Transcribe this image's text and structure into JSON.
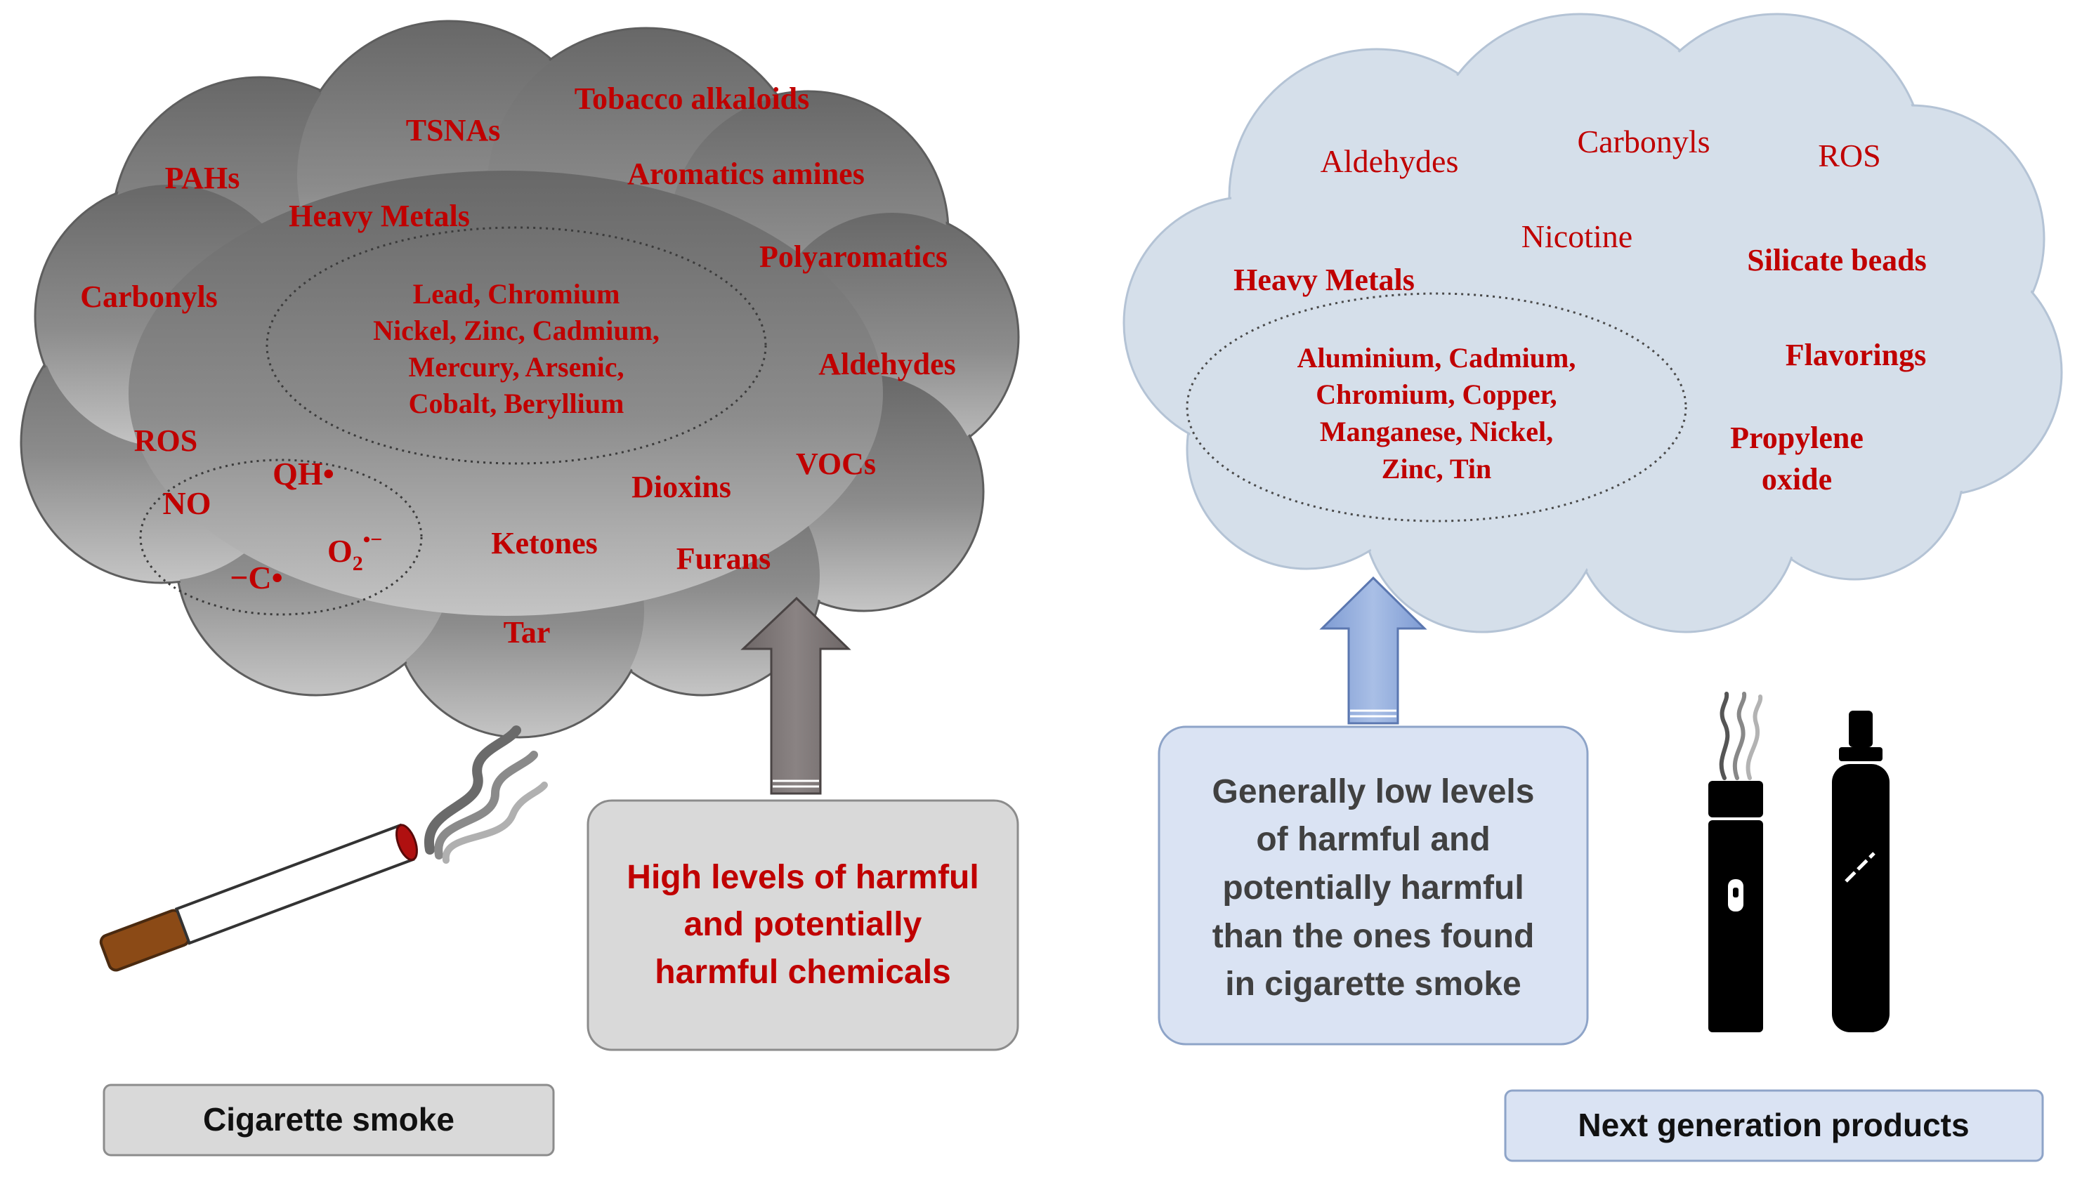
{
  "left_panel": {
    "cloud_labels": {
      "tobacco_alkaloids": "Tobacco alkaloids",
      "tsnas": "TSNAs",
      "aromatic_amines": "Aromatics amines",
      "pahs": "PAHs",
      "heavy_metals": "Heavy Metals",
      "polyaromatics": "Polyaromatics",
      "carbonyls": "Carbonyls",
      "aldehydes": "Aldehydes",
      "ros": "ROS",
      "vocs": "VOCs",
      "dioxins": "Dioxins",
      "ketones": "Ketones",
      "furans": "Furans",
      "tar": "Tar"
    },
    "metals_list": [
      "Lead, Chromium",
      "Nickel, Zinc, Cadmium,",
      "Mercury, Arsenic,",
      "Cobalt, Beryllium"
    ],
    "radicals": {
      "qh": "QH•",
      "no": "NO",
      "o2_base": "O",
      "o2_sub": "2",
      "o2_sup": "•−",
      "c": "−C•"
    },
    "info_box_lines": [
      "High levels of harmful",
      "and potentially",
      "harmful chemicals"
    ],
    "caption": "Cigarette smoke"
  },
  "right_panel": {
    "cloud_labels": {
      "aldehydes": "Aldehydes",
      "carbonyls": "Carbonyls",
      "ros": "ROS",
      "nicotine": "Nicotine",
      "heavy_metals": "Heavy Metals",
      "silicate_beads": "Silicate beads",
      "flavorings": "Flavorings",
      "propylene_oxide_line1": "Propylene",
      "propylene_oxide_line2": "oxide"
    },
    "metals_list": [
      "Aluminium, Cadmium,",
      "Chromium, Copper,",
      "Manganese, Nickel,",
      "Zinc, Tin"
    ],
    "info_box_lines": [
      "Generally low levels",
      "of harmful and",
      "potentially harmful",
      "than the ones found",
      "in cigarette smoke"
    ],
    "caption": "Next generation products"
  },
  "colors": {
    "chemical_text": "#c00000",
    "left_cloud_top": "#6a6a6a",
    "left_cloud_bottom": "#bdbdbd",
    "right_cloud": "#d5dfea",
    "right_cloud_stroke": "#b4c3d5",
    "left_box": "#d9d9d9",
    "right_box": "#dae3f3",
    "left_arrow": "#7b7474",
    "right_arrow": "#8faadc",
    "device": "#000000"
  },
  "icons": {
    "cigarette": "cigarette-icon",
    "smoke": "smoke-icon",
    "heated_tobacco_device": "heated-tobacco-device-icon",
    "e_cigarette_device": "e-cigarette-device-icon"
  }
}
